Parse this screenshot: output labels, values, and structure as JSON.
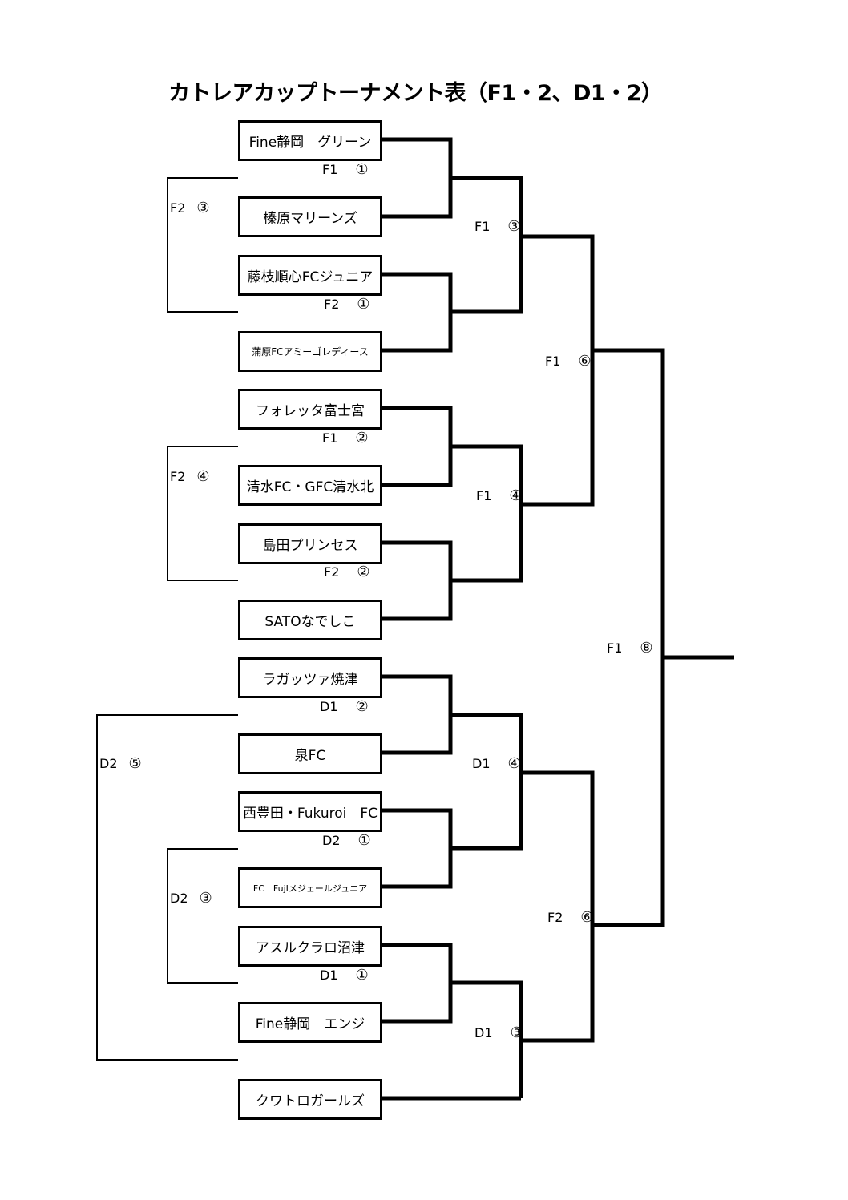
{
  "title": "カトレアカップトーナメント表（F1・2、D1・2）",
  "teams": [
    {
      "name": "Fine静岡　グリーン"
    },
    {
      "name": "榛原マリーンズ"
    },
    {
      "name": "藤枝順心FCジュニア"
    },
    {
      "name": "蒲原FCアミーゴレディース"
    },
    {
      "name": "フォレッタ富士宮"
    },
    {
      "name": "清水FC・GFC清水北"
    },
    {
      "name": "島田プリンセス"
    },
    {
      "name": "SATOなでしこ"
    },
    {
      "name": "ラガッツァ焼津"
    },
    {
      "name": "泉FC"
    },
    {
      "name": "西豊田・Fukuroi　FC"
    },
    {
      "name": "FC　FujIメジェールジュニア"
    },
    {
      "name": "アスルクラロ沼津"
    },
    {
      "name": "Fine静岡　エンジ"
    },
    {
      "name": "クワトロガールズ"
    }
  ],
  "match_labels": {
    "f1_1": {
      "court": "F1",
      "num": "①"
    },
    "f2_1": {
      "court": "F2",
      "num": "①"
    },
    "f1_2": {
      "court": "F1",
      "num": "②"
    },
    "f2_2": {
      "court": "F2",
      "num": "②"
    },
    "d1_2": {
      "court": "D1",
      "num": "②"
    },
    "d2_1": {
      "court": "D2",
      "num": "①"
    },
    "d1_1": {
      "court": "D1",
      "num": "①"
    },
    "f2_3": {
      "court": "F2",
      "num": "③"
    },
    "f2_4": {
      "court": "F2",
      "num": "④"
    },
    "d2_5": {
      "court": "D2",
      "num": "⑤"
    },
    "d2_3": {
      "court": "D2",
      "num": "③"
    },
    "f1_3": {
      "court": "F1",
      "num": "③"
    },
    "f1_4": {
      "court": "F1",
      "num": "④"
    },
    "d1_4": {
      "court": "D1",
      "num": "④"
    },
    "d1_3": {
      "court": "D1",
      "num": "③"
    },
    "f1_6": {
      "court": "F1",
      "num": "⑥"
    },
    "f2_6": {
      "court": "F2",
      "num": "⑥"
    },
    "f1_8": {
      "court": "F1",
      "num": "⑧"
    }
  }
}
